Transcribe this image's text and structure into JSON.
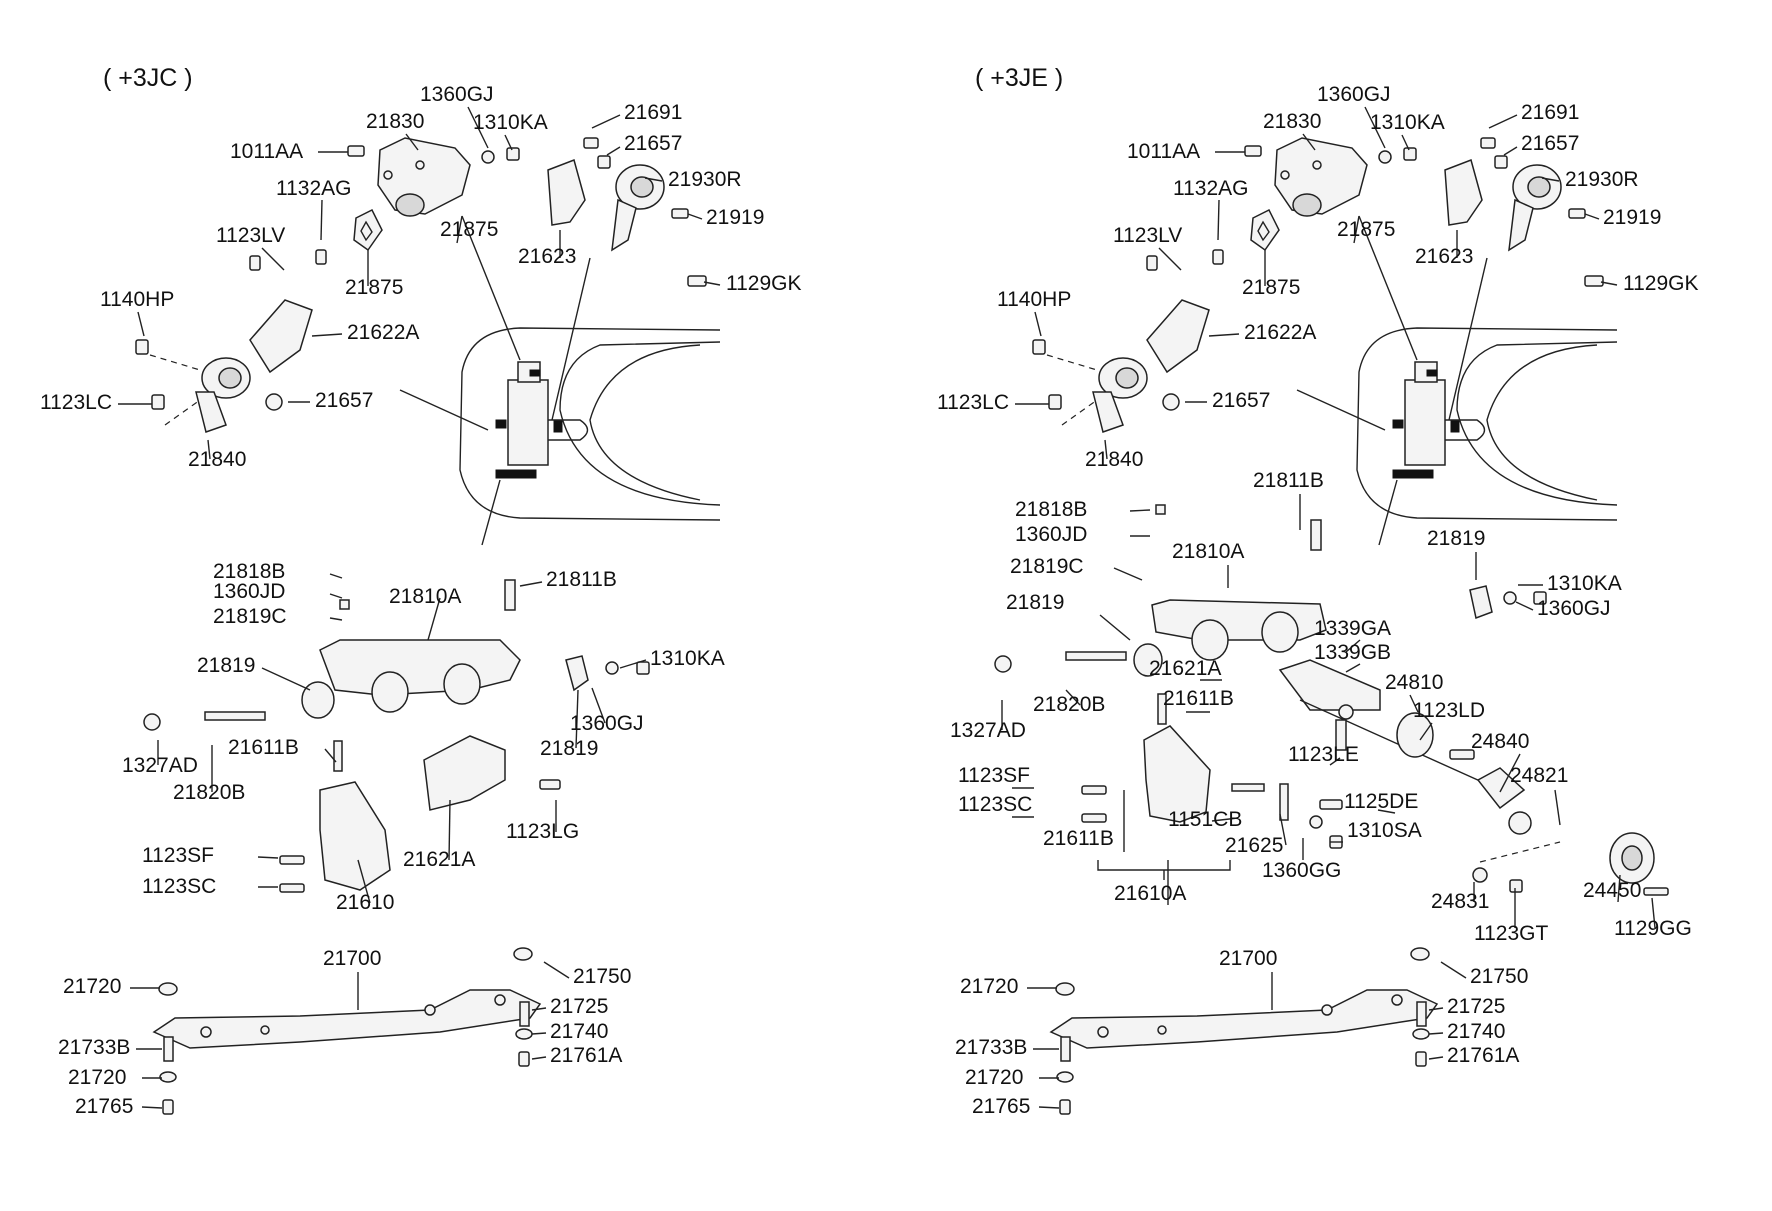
{
  "sections": [
    {
      "header": "( +3JC )",
      "labels": [
        "1360GJ",
        "21830",
        "1310KA",
        "21691",
        "1011AA",
        "21657",
        "21930R",
        "1132AG",
        "21875",
        "21919",
        "1123LV",
        "21623",
        "21875",
        "1129GK",
        "1140HP",
        "21622A",
        "1123LC",
        "21657",
        "21840",
        "21818B",
        "21811B",
        "1360JD",
        "21810A",
        "21819C",
        "21819",
        "1310KA",
        "1360GJ",
        "21819",
        "1327AD",
        "21611B",
        "1123LG",
        "21820B",
        "1123SF",
        "21621A",
        "1123SC",
        "21610",
        "21700",
        "21750",
        "21720",
        "21725",
        "21740",
        "21733B",
        "21761A",
        "21720",
        "21765"
      ]
    },
    {
      "header": "( +3JE )",
      "labels": [
        "1360GJ",
        "21830",
        "1310KA",
        "21691",
        "1011AA",
        "21657",
        "21930R",
        "1132AG",
        "21875",
        "21919",
        "1123LV",
        "21623",
        "21875",
        "1129GK",
        "1140HP",
        "21622A",
        "1123LC",
        "21657",
        "21840",
        "21811B",
        "21818B",
        "1360JD",
        "21810A",
        "21819C",
        "21819",
        "1310KA",
        "21819",
        "1360GJ",
        "1339GA",
        "1339GB",
        "21621A",
        "24810",
        "21820B",
        "21611B",
        "1123LD",
        "1327AD",
        "1123LE",
        "24840",
        "1123SF",
        "1125DE",
        "24821",
        "1123SC",
        "1151CB",
        "21625",
        "1310SA",
        "21611B",
        "1360GG",
        "24831",
        "24450",
        "21610A",
        "1123GT",
        "1129GG",
        "21700",
        "21750",
        "21720",
        "21725",
        "21740",
        "21733B",
        "21761A",
        "21720",
        "21765"
      ]
    }
  ]
}
